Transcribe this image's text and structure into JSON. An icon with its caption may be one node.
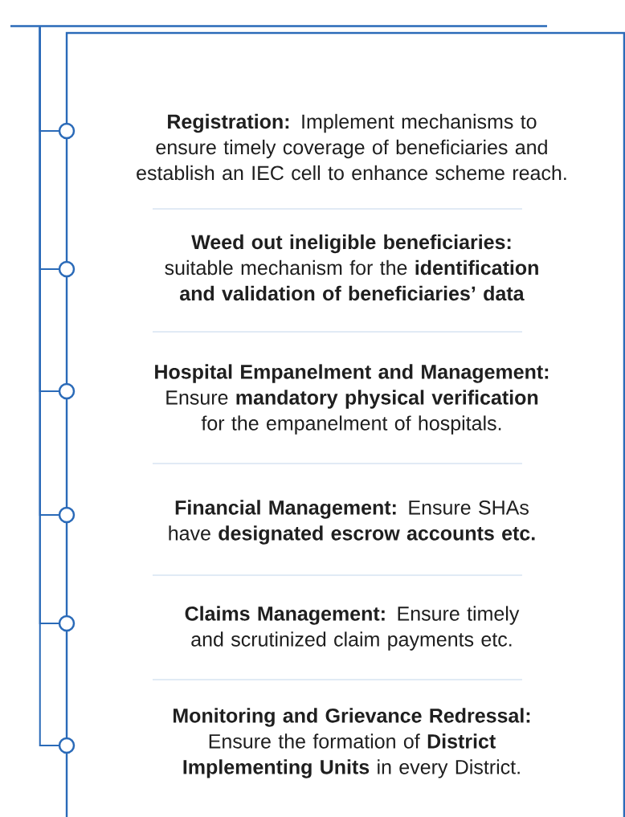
{
  "diagram": {
    "nodes": [
      {
        "text": [],
        "shape": "box"
      },
      {
        "text": [],
        "shape": "box"
      },
      {
        "text": [],
        "shape": "circle"
      },
      {
        "text": [],
        "shape": "circle"
      },
      {
        "text": [],
        "shape": "circle"
      },
      {
        "text": [],
        "shape": "circle"
      },
      {
        "text": [],
        "shape": "circle"
      },
      {
        "text": [],
        "shape": "circle"
      }
    ],
    "edges": [
      {
        "from": 0,
        "to": 2,
        "arrow": "none"
      },
      {
        "from": 0,
        "to": 3,
        "arrow": "none"
      },
      {
        "from": 0,
        "to": 4,
        "arrow": "none"
      },
      {
        "from": 0,
        "to": 5,
        "arrow": "none"
      },
      {
        "from": 0,
        "to": 6,
        "arrow": "none"
      },
      {
        "from": 0,
        "to": 7,
        "arrow": "none"
      }
    ],
    "labels": [
      "**Registration:** Implement mechanisms to ensure timely coverage of beneficiaries and establish an IEC cell to enhance scheme reach.",
      "**Weed out ineligible beneficiaries:** suitable mechanism for the **identification and validation of beneficiaries’ data**",
      "**Hospital Empanelment and Management:** Ensure **mandatory physical verification** for the empanelment of hospitals.",
      "**Financial Management:** Ensure SHAs have **designated escrow accounts etc.**",
      "**Claims Management:** Ensure timely and scrutinized claim payments etc.",
      "**Monitoring and Grievance Redressal:** Ensure the formation of **District Implementing Units** in every District."
    ]
  }
}
